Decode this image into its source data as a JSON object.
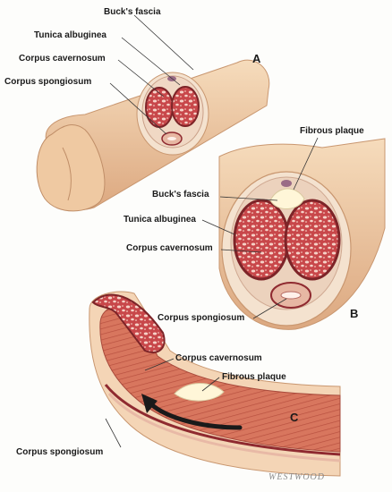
{
  "panels": {
    "a": {
      "letter": "A",
      "labels": {
        "bucks_fascia": "Buck's fascia",
        "tunica_albuginea": "Tunica albuginea",
        "corpus_cavernosum": "Corpus cavernosum",
        "corpus_spongiosum": "Corpus spongiosum"
      }
    },
    "b": {
      "letter": "B",
      "labels": {
        "fibrous_plaque": "Fibrous plaque",
        "bucks_fascia": "Buck's fascia",
        "tunica_albuginea": "Tunica albuginea",
        "corpus_cavernosum": "Corpus cavernosum",
        "corpus_spongiosum": "Corpus spongiosum"
      }
    },
    "c": {
      "letter": "C",
      "labels": {
        "corpus_cavernosum": "Corpus cavernosum",
        "fibrous_plaque": "Fibrous plaque",
        "corpus_spongiosum": "Corpus spongiosum"
      }
    }
  },
  "signature": "WESTWOOD",
  "colors": {
    "skin": "#f2cfa8",
    "skin_shadow": "#d9a77c",
    "tissue": "#c8474a",
    "tissue_dark": "#8f2a30",
    "fascia": "#f4e2cf",
    "plaque": "#fff6d8",
    "arrow": "#1a1a1a",
    "leader": "#333333"
  }
}
